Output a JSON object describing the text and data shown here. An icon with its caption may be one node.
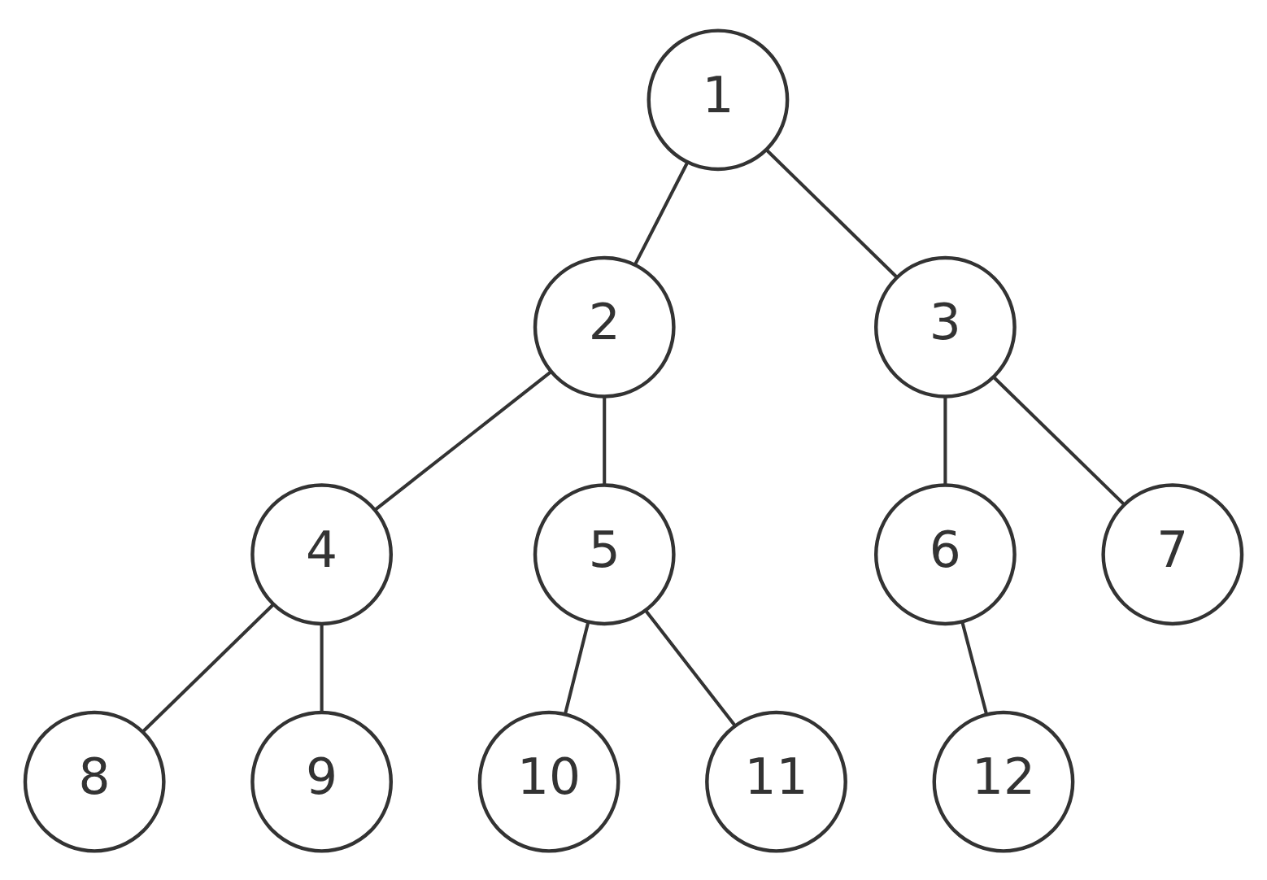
{
  "diagram": {
    "nodes": [
      {
        "text": [
          "1"
        ]
      },
      {
        "text": [
          "2"
        ]
      },
      {
        "text": [
          "3"
        ]
      },
      {
        "text": [
          "4"
        ]
      },
      {
        "text": [
          "5"
        ]
      },
      {
        "text": [
          "6"
        ]
      },
      {
        "text": [
          "7"
        ]
      },
      {
        "text": [
          "8"
        ]
      },
      {
        "text": [
          "9"
        ]
      },
      {
        "text": [
          "10"
        ]
      },
      {
        "text": [
          "11"
        ]
      },
      {
        "text": [
          "12"
        ]
      }
    ],
    "edges": [
      {
        "from": 0,
        "to": 1,
        "arrow": "none"
      },
      {
        "from": 0,
        "to": 2,
        "arrow": "none"
      },
      {
        "from": 1,
        "to": 3,
        "arrow": "none"
      },
      {
        "from": 1,
        "to": 4,
        "arrow": "none"
      },
      {
        "from": 2,
        "to": 5,
        "arrow": "none"
      },
      {
        "from": 2,
        "to": 6,
        "arrow": "none"
      },
      {
        "from": 3,
        "to": 7,
        "arrow": "none"
      },
      {
        "from": 3,
        "to": 8,
        "arrow": "none"
      },
      {
        "from": 4,
        "to": 9,
        "arrow": "none"
      },
      {
        "from": 4,
        "to": 10,
        "arrow": "none"
      },
      {
        "from": 5,
        "to": 11,
        "arrow": "none"
      }
    ]
  }
}
